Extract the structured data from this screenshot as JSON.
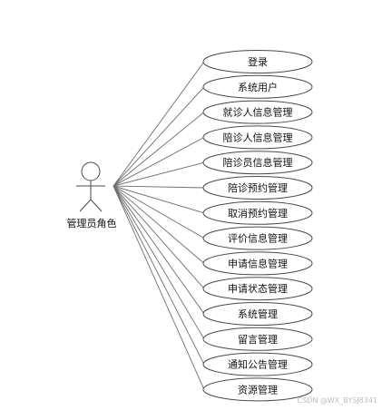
{
  "diagram": {
    "actor": {
      "label": "管理员角色"
    },
    "use_cases": [
      "登录",
      "系统用户",
      "就诊人信息管理",
      "陪诊人信息管理",
      "陪诊员信息管理",
      "陪诊预约管理",
      "取消预约管理",
      "评价信息管理",
      "申请信息管理",
      "申请状态管理",
      "系统管理",
      "留言管理",
      "通知公告管理",
      "资源管理"
    ],
    "colors": {
      "line": "#6e6e6e",
      "ellipse_stroke": "#4a4a4a",
      "ellipse_fill": "#ffffff",
      "text": "#111111"
    }
  },
  "watermark": {
    "text": "CSDN @WX_BYSJ8341"
  }
}
